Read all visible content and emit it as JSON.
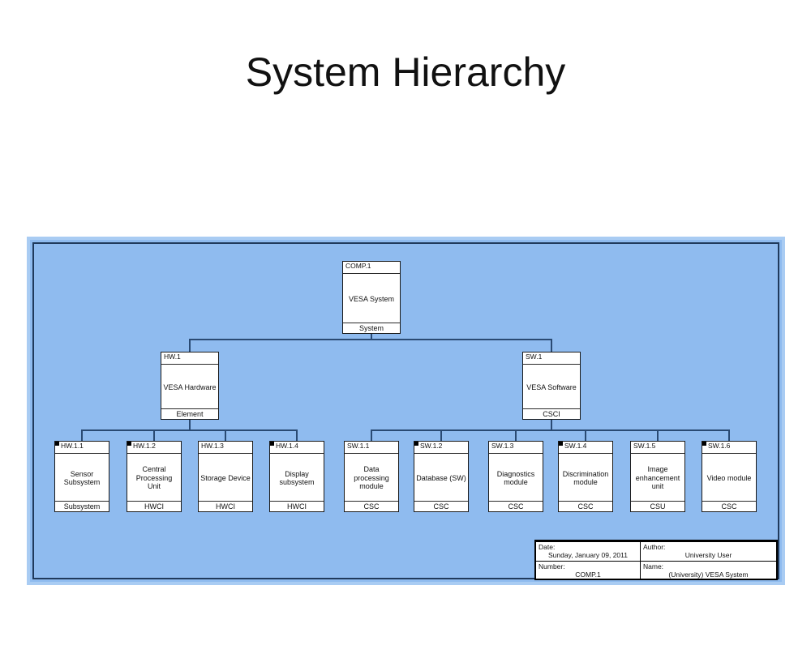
{
  "title": "System Hierarchy",
  "diagram": {
    "panel_fill": "#8fbbef",
    "panel_band": "#a9ccf3",
    "panel_border": "#203a5c",
    "connector_color": "#2a4a73",
    "nodes": [
      {
        "id": "COMP.1",
        "header": "COMP.1",
        "name": "VESA System",
        "type": "System",
        "marker": false
      },
      {
        "id": "HW.1",
        "header": "HW.1",
        "name": "VESA Hardware",
        "type": "Element",
        "marker": false
      },
      {
        "id": "SW.1",
        "header": "SW.1",
        "name": "VESA Software",
        "type": "CSCI",
        "marker": false
      },
      {
        "id": "HW.1.1",
        "header": "HW.1.1",
        "name": "Sensor Subsystem",
        "type": "Subsystem",
        "marker": true
      },
      {
        "id": "HW.1.2",
        "header": "HW.1.2",
        "name": "Central Processing Unit",
        "type": "HWCI",
        "marker": true
      },
      {
        "id": "HW.1.3",
        "header": "HW.1.3",
        "name": "Storage Device",
        "type": "HWCI",
        "marker": false
      },
      {
        "id": "HW.1.4",
        "header": "HW.1.4",
        "name": "Display subsystem",
        "type": "HWCI",
        "marker": true
      },
      {
        "id": "SW.1.1",
        "header": "SW.1.1",
        "name": "Data processing module",
        "type": "CSC",
        "marker": false
      },
      {
        "id": "SW.1.2",
        "header": "SW.1.2",
        "name": "Database (SW)",
        "type": "CSC",
        "marker": true
      },
      {
        "id": "SW.1.3",
        "header": "SW.1.3",
        "name": "Diagnostics module",
        "type": "CSC",
        "marker": false
      },
      {
        "id": "SW.1.4",
        "header": "SW.1.4",
        "name": "Discrimination module",
        "type": "CSC",
        "marker": true
      },
      {
        "id": "SW.1.5",
        "header": "SW.1.5",
        "name": "Image enhancement unit",
        "type": "CSU",
        "marker": false
      },
      {
        "id": "SW.1.6",
        "header": "SW.1.6",
        "name": "Video module",
        "type": "CSC",
        "marker": true
      }
    ]
  },
  "info_table": {
    "cells": [
      {
        "label": "Date:",
        "value": "Sunday, January 09, 2011"
      },
      {
        "label": "Author:",
        "value": "University User"
      },
      {
        "label": "Number:",
        "value": "COMP.1"
      },
      {
        "label": "Name:",
        "value": "(University) VESA System"
      }
    ]
  }
}
